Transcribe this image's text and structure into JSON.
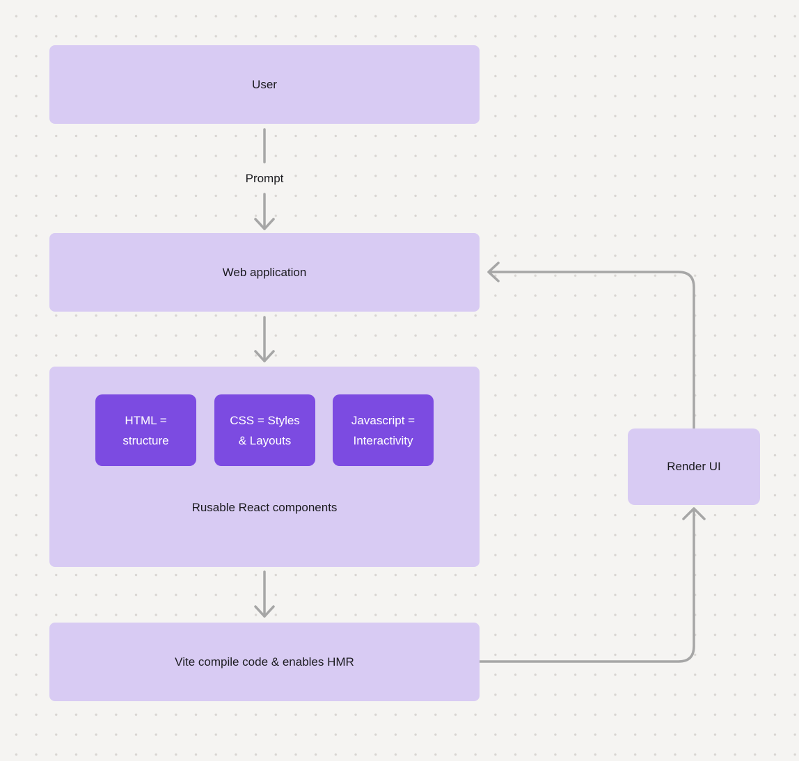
{
  "colors": {
    "background": "#f5f4f2",
    "dot": "#d8d5d2",
    "node_fill": "#d8cbf3",
    "node_text": "#1b1b1f",
    "accent_fill": "#7c4be1",
    "accent_text": "#ffffff",
    "arrow": "#a6a6a6"
  },
  "nodes": {
    "user": {
      "label": "User"
    },
    "web_application": {
      "label": "Web application"
    },
    "html": {
      "line1": "HTML =",
      "line2": "structure"
    },
    "css": {
      "line1": "CSS = Styles",
      "line2": "& Layouts"
    },
    "javascript": {
      "line1": "Javascript =",
      "line2": "Interactivity"
    },
    "components_group": {
      "label": "Rusable React components"
    },
    "vite": {
      "label": "Vite compile code & enables HMR"
    },
    "render_ui": {
      "label": "Render UI"
    }
  },
  "edges": {
    "prompt": {
      "label": "Prompt"
    }
  }
}
